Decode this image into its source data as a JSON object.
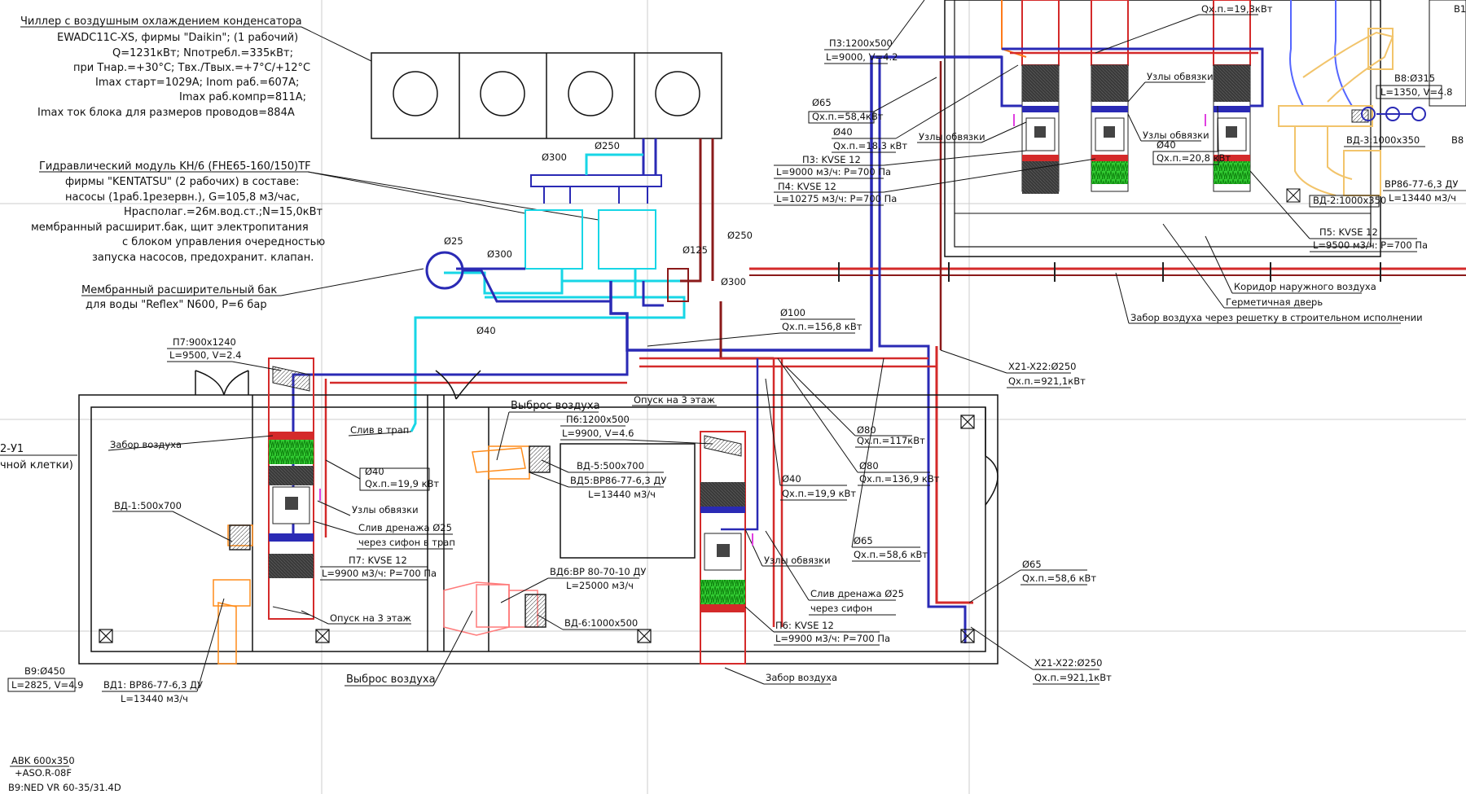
{
  "colors": {
    "supply": "#d42a2a",
    "return": "#2a2ab5",
    "cold": "#17d6e6",
    "dark_red": "#8b1a1a",
    "equipment": "#222222",
    "fan_orange": "#ff8c1a",
    "fan_red": "#ff7a7a",
    "duct_yellow": "#f2c46b",
    "duct_blue": "#5566ff"
  },
  "chiller_note": [
    "Чиллер с воздушным охлаждением конденсатора",
    "EWADC11C-XS, фирмы \"Daikin\"; (1 рабочий)",
    "Q=1231кВт; Nпотребл.=335кВт;",
    "при Tнар.=+30°C; Tвх./Tвых.=+7°C/+12°C",
    "Imax старт=1029A; Inom раб.=607A;",
    "Imax раб.компр=811A;",
    "Imax ток блока для размеров проводов=884A"
  ],
  "hydro_note": [
    "Гидравлический модуль KH/6 (FHE65-160/150)TF",
    "фирмы \"KENTATSU\" (2 рабочих) в составе:",
    "насосы (1раб.1резервн.), G=105,8 м3/час,",
    "Hрасполаг.=26м.вод.ст.;N=15,0кВт",
    "мембранный расширит.бак, щит электропитания",
    "с блоком управления очередностью",
    "запуска насосов, предохранит. клапан."
  ],
  "tank_note": [
    "Мембранный расширительный бак",
    "для воды \"Reflex\" N600, P=6 бар"
  ],
  "labels": {
    "d300_a": "Ø300",
    "d250_a": "Ø250",
    "d25": "Ø25",
    "d300_b": "Ø300",
    "d125": "Ø125",
    "d250_b": "Ø250",
    "d300_c": "Ø300",
    "d40_a": "Ø40",
    "d100": "Ø100",
    "q156": "Qх.п.=156,8 кВт",
    "x21_top": "X21-X22:Ø250",
    "q921_top": "Qх.п.=921,1кВт",
    "x21_bot": "X21-X22:Ø250",
    "q921_bot": "Qх.п.=921,1кВт",
    "d65_r": "Ø65",
    "q586_r": "Qх.п.=58,6 кВт",
    "p7_dim": "П7:900х1240",
    "p7_flow": "L=9500, V=2.4",
    "zabor_1": "Забор воздуха",
    "sliv_trap": "Слив в трап",
    "d40_b": "Ø40",
    "q199_b": "Qх.п.=19,9 кВт",
    "uzly_1": "Узлы обвязки",
    "sliv_dren_1": "Слив дренажа Ø25",
    "sifon_trap": "через сифон в трап",
    "p7_kvse": "П7: KVSE 12",
    "p7_kvse_flow": "L=9900 м3/ч: P=700 Па",
    "opusk_1": "Опуск на 3 этаж",
    "vd1_dim": "ВД-1:500х700",
    "vd1_fan": "ВД1: ВР86-77-6,3 ДУ",
    "vd1_flow": "L=13440 м3/ч",
    "b9_dim": "B9:Ø450",
    "b9_flow": "L=2825, V=4.9",
    "avk": "ABK 600x350",
    "aso": "+ASO.R-08F",
    "b9_ned": "B9:NED VR 60-35/31.4D",
    "left_u1": "2-У1",
    "left_kletki": "чной клетки)",
    "vybros_1": "Выброс воздуха",
    "opusk_2": "Опуск на 3 этаж",
    "p6_dim": "П6:1200х500",
    "p6_flow": "L=9900, V=4.6",
    "vd5_dim": "ВД-5:500х700",
    "vd5_fan": "ВД5:ВР86-77-6,3 ДУ",
    "vd5_flow": "L=13440 м3/ч",
    "vd6_fan": "ВД6:ВР 80-70-10 ДУ",
    "vd6_flow": "L=25000 м3/ч",
    "vd6_dim": "ВД-6:1000х500",
    "vybros_2": "Выброс воздуха",
    "d40_c": "Ø40",
    "q199_c": "Qх.п.=19,9 кВт",
    "d80_a": "Ø80",
    "q117": "Qх.п.=117кВт",
    "d80_b": "Ø80",
    "q1369": "Qх.п.=136,9 кВт",
    "d65_c": "Ø65",
    "q586_c": "Qх.п.=58,6 кВт",
    "uzly_2": "Узлы обвязки",
    "sliv_dren_2": "Слив дренажа Ø25",
    "sifon_2": "через сифон",
    "p6_kvse": "П6: KVSE 12",
    "p6_kvse_flow": "L=9900 м3/ч: P=700 Па",
    "zabor_2": "Забор воздуха",
    "p3_dim": "П3:1200х500",
    "p3_flow": "L=9000, V=4.2",
    "d65_t": "Ø65",
    "q584": "Qх.п.=58,4кВт",
    "d40_t": "Ø40",
    "q183": "Qх.п.=18,3 кВт",
    "uzly_3": "Узлы обвязки",
    "p3_kvse": "П3: KVSE 12",
    "p3_kvse_flow": "L=9000 м3/ч: P=700 Па",
    "p4_kvse": "П4: KVSE 12",
    "p4_kvse_flow": "L=10275 м3/ч: P=700 Па",
    "q193_top": "Qх.п.=19,3кВт",
    "uzly_4": "Узлы обвязки",
    "uzly_5": "Узлы обвязки",
    "d40_t2": "Ø40",
    "q208": "Qх.п.=20,8 кВт",
    "p5_kvse": "П5: KVSE 12",
    "p5_kvse_flow": "L=9500 м3/ч: P=700 Па",
    "koridor": "Коридор наружного воздуха",
    "germ": "Герметичная дверь",
    "zabor_reshetka": "Забор воздуха через решетку в строительном исполнении",
    "b8_dim": "B8:Ø315",
    "b8_flow": "L=1350, V=4.8",
    "vd3_dim": "ВД-3:1000х350",
    "vr86": "ВР86-77-6,3 ДУ",
    "vr86_flow": "L=13440 м3/ч",
    "vd2_dim": "ВД-2:1000х350",
    "b8_cut": "B8",
    "b1_cut": "B1"
  }
}
